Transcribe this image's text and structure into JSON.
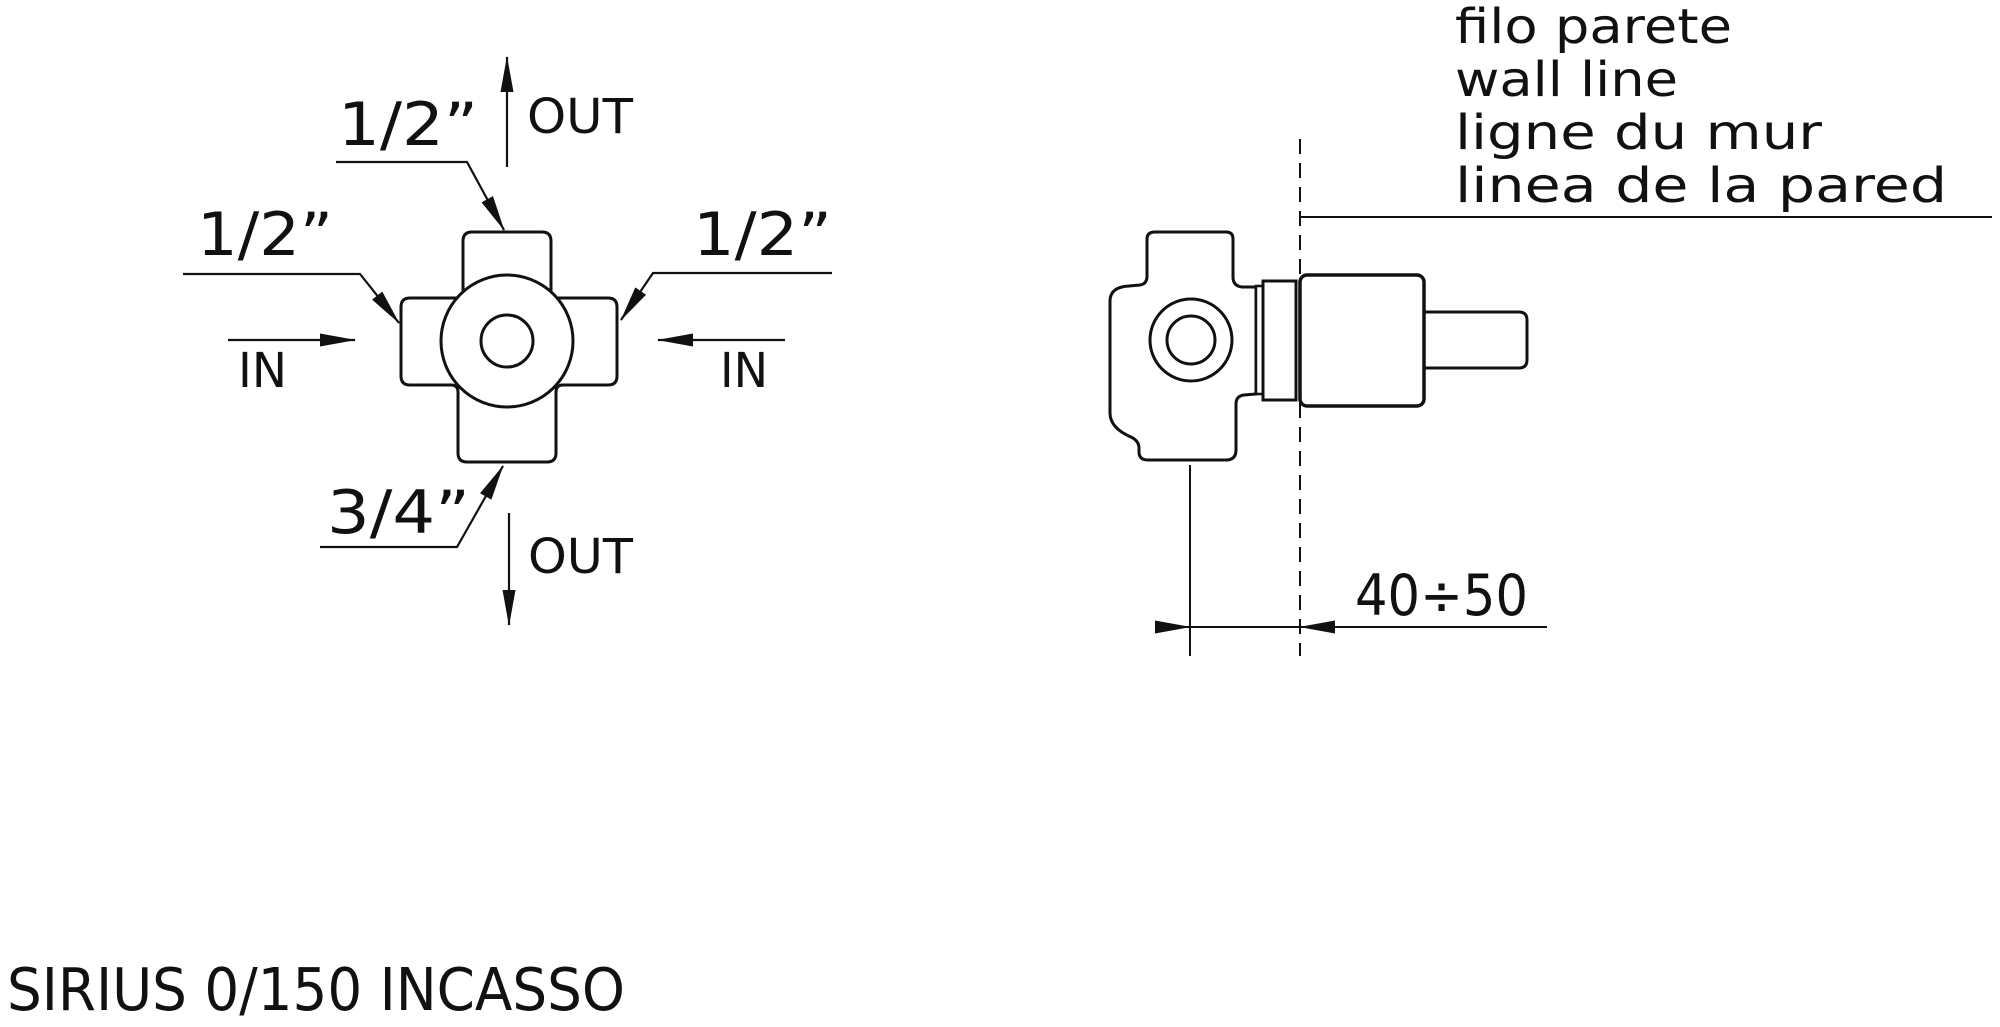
{
  "drawing": {
    "title": "SIRIUS 0/150 INCASSO"
  },
  "front_view": {
    "top_port_size": "1/2”",
    "left_port_size": "1/2”",
    "right_port_size": "1/2”",
    "bottom_port_size": "3/4”",
    "top_flow": "OUT",
    "bottom_flow": "OUT",
    "left_flow": "IN",
    "right_flow": "IN"
  },
  "side_view": {
    "wall_line_labels": [
      "filo parete",
      "wall line",
      "ligne du mur",
      "linea de la pared"
    ],
    "wall_distance_range": "40÷50"
  },
  "colors": {
    "ink": "#111111",
    "paper": "#ffffff"
  }
}
